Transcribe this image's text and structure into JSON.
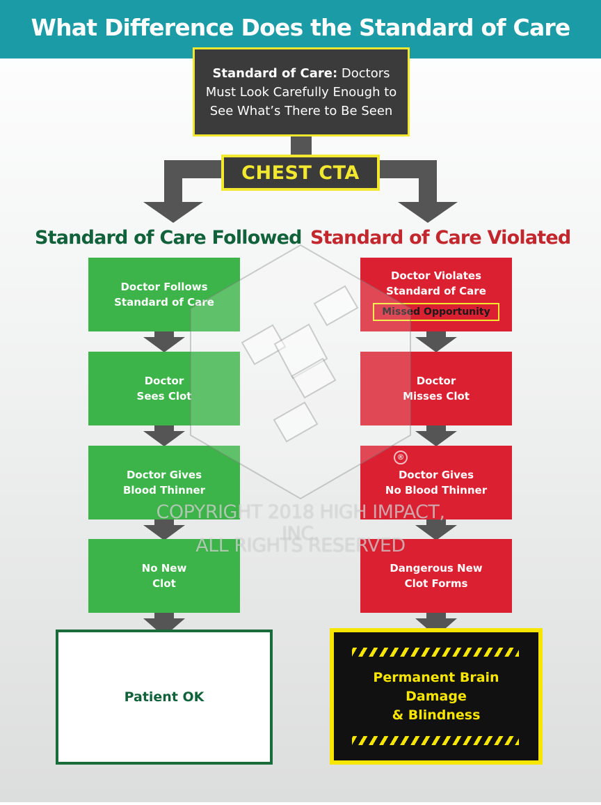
{
  "header": {
    "title": "What Difference Does the Standard of Care Make?"
  },
  "standard_box": {
    "bold": "Standard of Care:",
    "text": "Doctors Must Look Carefully Enough to See What’s There to Be Seen"
  },
  "cta_box": {
    "label": "CHEST CTA"
  },
  "left_column": {
    "heading": "Standard of Care Followed",
    "steps": [
      {
        "text": "Doctor Follows\nStandard of Care"
      },
      {
        "text": "Doctor\nSees Clot"
      },
      {
        "text": "Doctor Gives\nBlood Thinner"
      },
      {
        "text": "No New\nClot"
      }
    ],
    "outcome": "Patient OK"
  },
  "right_column": {
    "heading": "Standard of Care Violated",
    "steps": [
      {
        "text": "Doctor Violates\nStandard of Care",
        "badge": "Missed Opportunity"
      },
      {
        "text": "Doctor\nMisses Clot"
      },
      {
        "text": "Doctor Gives\nNo Blood Thinner"
      },
      {
        "text": "Dangerous New\nClot Forms"
      }
    ],
    "outcome": "Permanent Brain\nDamage\n& Blindness"
  },
  "watermark": {
    "line1": "COPYRIGHT 2018 HIGH IMPACT, INC.",
    "line2": "ALL RIGHTS RESERVED",
    "registered": "®"
  },
  "colors": {
    "header": "#1b9ba5",
    "green": "#3cb449",
    "dark_green": "#11623a",
    "red": "#db2031",
    "yellow": "#f2e830",
    "dark_box": "#3b3b3b",
    "arrow": "#555555"
  }
}
